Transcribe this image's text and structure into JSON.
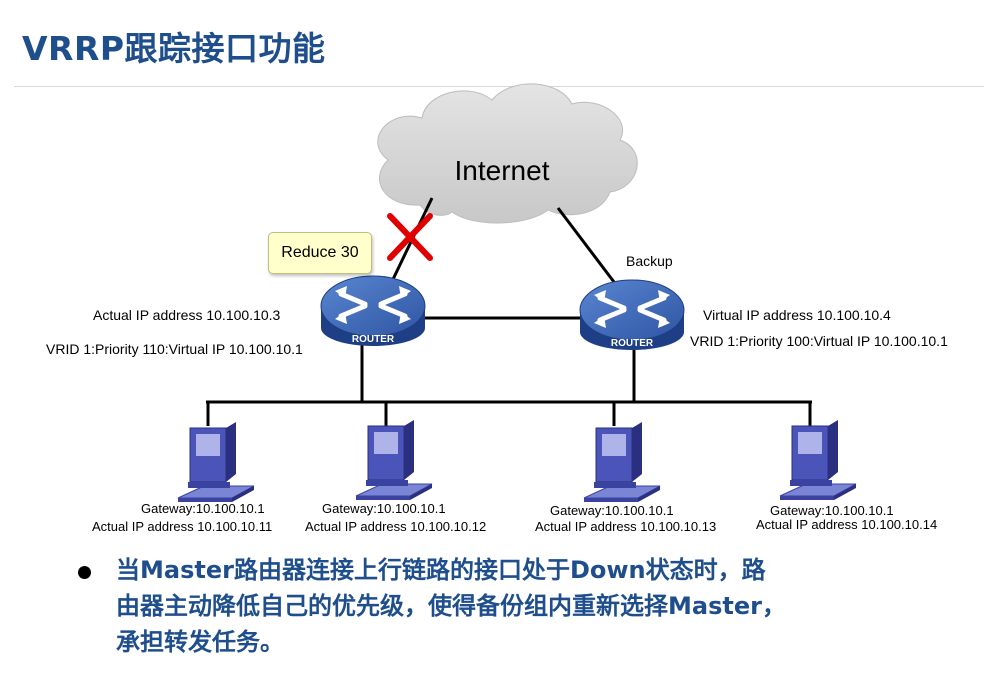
{
  "title": "VRRP跟踪接口功能",
  "cloud": {
    "label": "Internet"
  },
  "callout": {
    "text": "Reduce 30"
  },
  "routers": {
    "master": {
      "badge": "ROUTER",
      "actual_ip": "Actual IP address 10.100.10.3",
      "vrid": "VRID 1:Priority 110:Virtual IP  10.100.10.1"
    },
    "backup": {
      "badge": "ROUTER",
      "role": "Backup",
      "virtual_ip": "Virtual IP address 10.100.10.4",
      "vrid": "VRID 1:Priority 100:Virtual IP  10.100.10.1"
    }
  },
  "hosts": [
    {
      "gateway": "Gateway:10.100.10.1",
      "actual_ip": "Actual IP address 10.100.10.11"
    },
    {
      "gateway": "Gateway:10.100.10.1",
      "actual_ip": "Actual IP address 10.100.10.12"
    },
    {
      "gateway": "Gateway:10.100.10.1",
      "actual_ip": "Actual IP address 10.100.10.13"
    },
    {
      "gateway": "Gateway:10.100.10.1",
      "actual_ip": "Actual IP address 10.100.10.14"
    }
  ],
  "bullet": {
    "lines": [
      "当Master路由器连接上行链路的接口处于Down状态时，路",
      "由器主动降低自己的优先级，使得备份组内重新选择Master，",
      "承担转发任务。"
    ]
  },
  "colors": {
    "title": "#1F4E8C",
    "router_top": "#3A66B5",
    "router_side": "#1E3F85",
    "cloud": "#D4D4D4",
    "fail_mark": "#E00000",
    "link": "#000000"
  }
}
